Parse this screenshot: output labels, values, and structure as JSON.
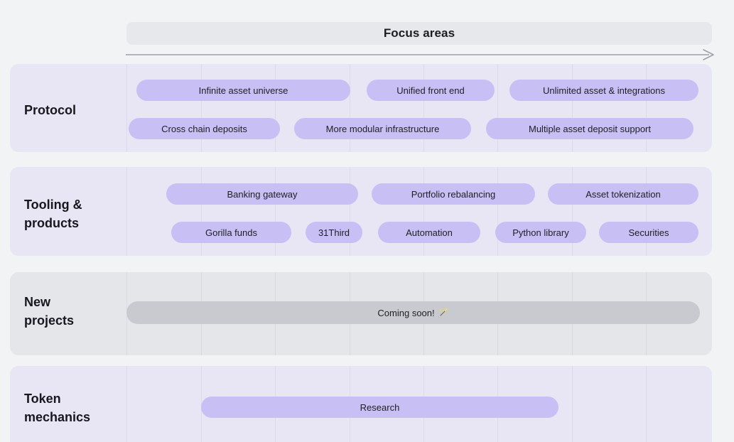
{
  "header": {
    "title": "Focus areas",
    "arrow_label": "timeline-arrow"
  },
  "colors": {
    "page_background": "#f1f3f5",
    "header_bar": "#e7e8ec",
    "row_purple": "#e8e6f4",
    "row_grey": "#e5e6e9",
    "pill_purple": "#c8c0f4",
    "pill_grey": "#c8cad0",
    "text": "#1d1f24",
    "arrow": "#9ca0a8"
  },
  "rows": [
    {
      "label": "Protocol",
      "label_line1": "Protocol",
      "label_line2": "",
      "tone": "purple",
      "items": [
        {
          "label": "Infinite asset universe",
          "tone": "purple"
        },
        {
          "label": "Unified front end",
          "tone": "purple"
        },
        {
          "label": "Unlimited asset & integrations",
          "tone": "purple"
        },
        {
          "label": "Cross chain deposits",
          "tone": "purple"
        },
        {
          "label": "More modular infrastructure",
          "tone": "purple"
        },
        {
          "label": "Multiple asset deposit support",
          "tone": "purple"
        }
      ]
    },
    {
      "label": "Tooling & products",
      "label_line1": "Tooling &",
      "label_line2": "products",
      "tone": "purple",
      "items": [
        {
          "label": "Banking gateway",
          "tone": "purple"
        },
        {
          "label": "Portfolio rebalancing",
          "tone": "purple"
        },
        {
          "label": "Asset tokenization",
          "tone": "purple"
        },
        {
          "label": "Gorilla funds",
          "tone": "purple"
        },
        {
          "label": "31Third",
          "tone": "purple"
        },
        {
          "label": "Automation",
          "tone": "purple"
        },
        {
          "label": "Python library",
          "tone": "purple"
        },
        {
          "label": "Securities",
          "tone": "purple"
        }
      ]
    },
    {
      "label": "New projects",
      "label_line1": "New",
      "label_line2": "projects",
      "tone": "grey",
      "items": [
        {
          "label": "Coming soon!",
          "emoji": "🪄",
          "tone": "grey"
        }
      ]
    },
    {
      "label": "Token mechanics",
      "label_line1": "Token",
      "label_line2": "mechanics",
      "tone": "purple",
      "items": [
        {
          "label": "Research",
          "tone": "purple"
        }
      ]
    }
  ]
}
